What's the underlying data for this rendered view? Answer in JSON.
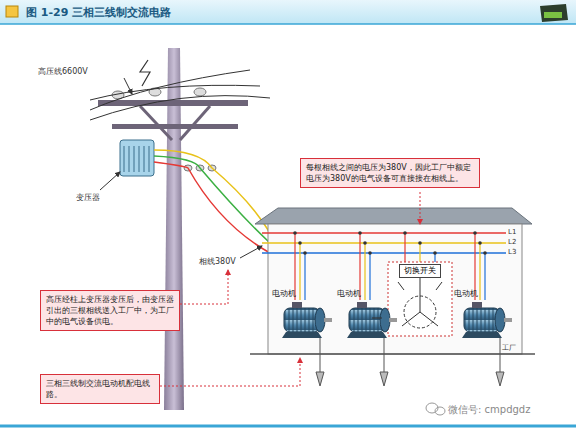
{
  "diagram": {
    "title": "图 1-29 三相三线制交流电路",
    "nodes": [
      {
        "text": [
          "每根相线之间的电压为380V，因此工厂中额定电压为380V的电气设备可直接接在相线上。"
        ]
      },
      {
        "text": [
          "切换开关"
        ]
      },
      {
        "text": [
          "高压经柱上变压器变压后，由变压器引出的三根相线送入工厂中，为工厂中的电气设备供电。"
        ]
      },
      {
        "text": [
          "三相三线制交流电动机配电线路。"
        ]
      }
    ],
    "labels": [
      "高压线6600V",
      "变压器",
      "相线380V",
      "L1",
      "L2",
      "L3",
      "电动机",
      "电动机",
      "电动机",
      "工厂",
      "微信号: cmpdgdz"
    ]
  }
}
